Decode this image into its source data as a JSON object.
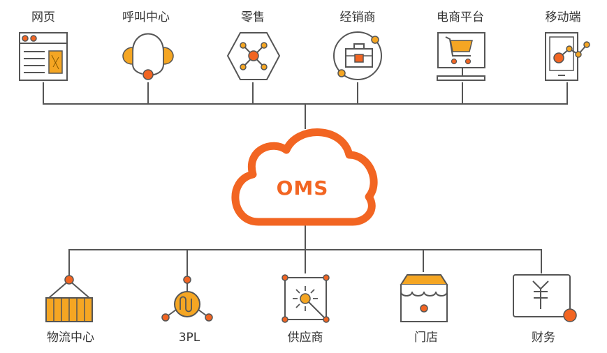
{
  "center": {
    "label": "OMS"
  },
  "top_channels": [
    {
      "label": "网页",
      "icon": "webpage-icon"
    },
    {
      "label": "呼叫中心",
      "icon": "headset-icon"
    },
    {
      "label": "零售",
      "icon": "hexagon-network-icon"
    },
    {
      "label": "经销商",
      "icon": "briefcase-icon"
    },
    {
      "label": "电商平台",
      "icon": "shopping-cart-monitor-icon"
    },
    {
      "label": "移动端",
      "icon": "mobile-chart-icon"
    }
  ],
  "bottom_nodes": [
    {
      "label": "物流中心",
      "icon": "container-icon"
    },
    {
      "label": "3PL",
      "icon": "exchange-circle-icon"
    },
    {
      "label": "供应商",
      "icon": "sun-network-icon"
    },
    {
      "label": "门店",
      "icon": "storefront-icon"
    },
    {
      "label": "财务",
      "icon": "yen-icon"
    }
  ],
  "colors": {
    "accent": "#f26522",
    "fill": "#f5a623",
    "line": "#555555"
  }
}
